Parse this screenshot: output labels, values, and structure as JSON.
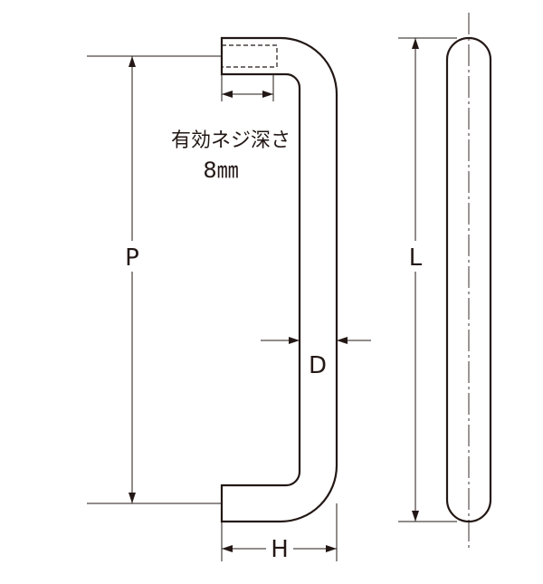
{
  "labels": {
    "thread_depth_label": "有効ネジ深さ",
    "thread_depth_value": "8㎜",
    "pitch": "P",
    "length": "L",
    "diameter": "D",
    "height": "H"
  },
  "colors": {
    "line": "#231815",
    "background": "#ffffff"
  }
}
